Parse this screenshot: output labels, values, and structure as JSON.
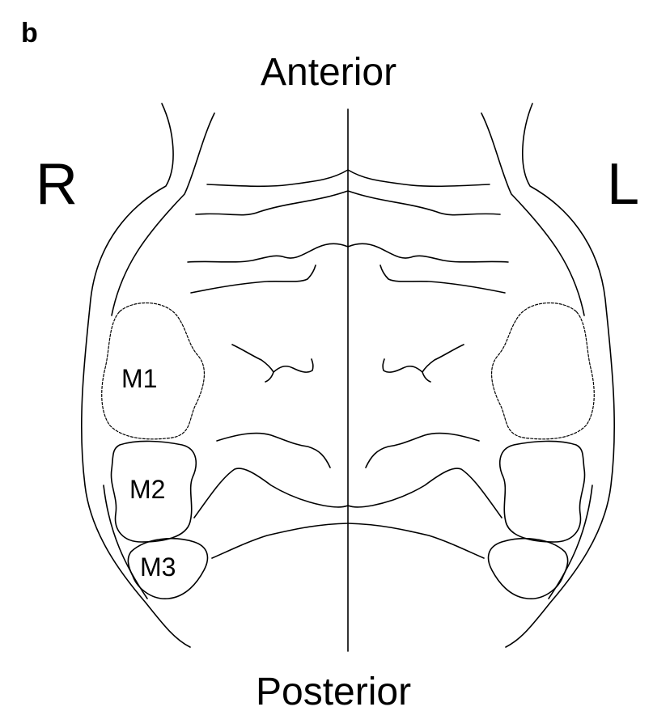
{
  "panel_letter": "b",
  "orientation": {
    "anterior": "Anterior",
    "posterior": "Posterior",
    "right": "R",
    "left": "L"
  },
  "teeth": {
    "m1": "M1",
    "m2": "M2",
    "m3": "M3"
  },
  "colors": {
    "line": "#000000",
    "background": "#ffffff"
  }
}
